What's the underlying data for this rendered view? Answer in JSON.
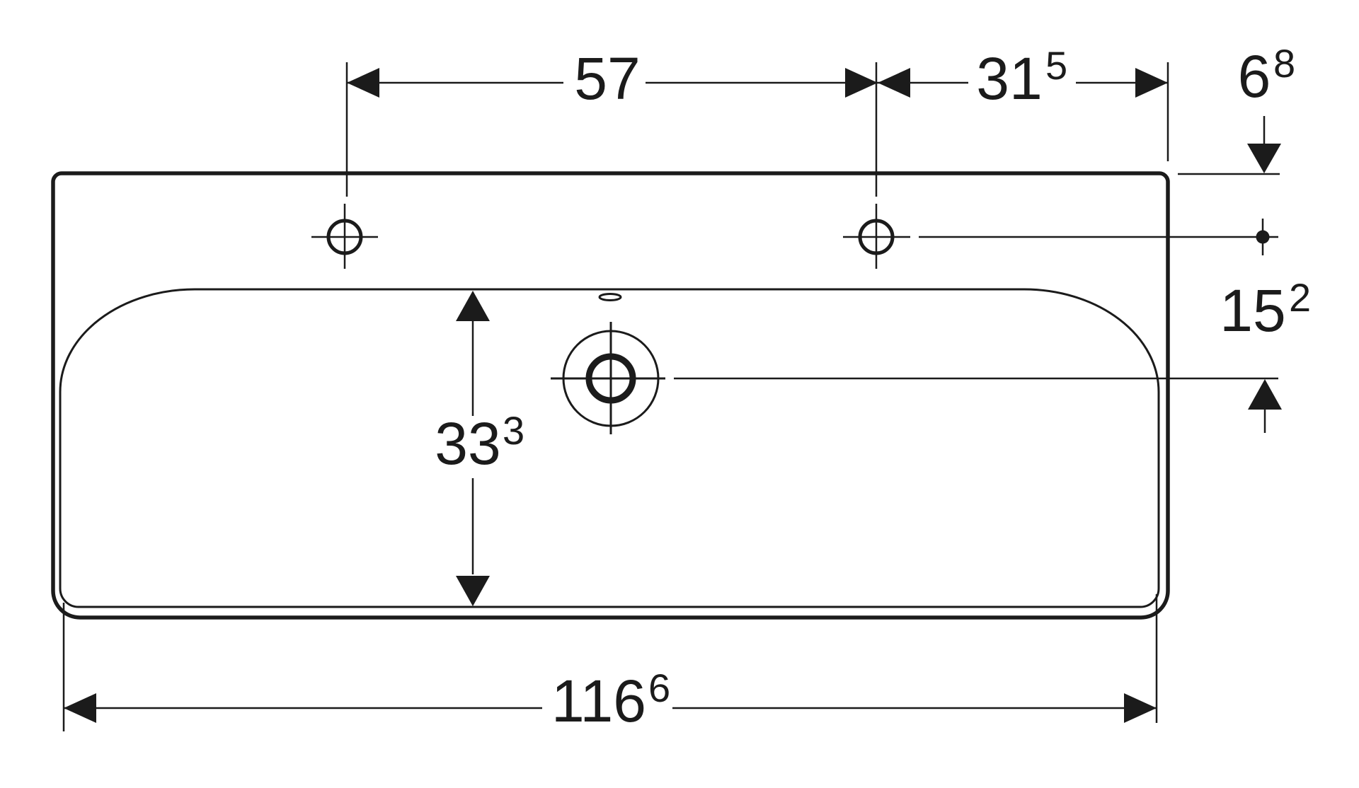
{
  "title": "Washbasin dimension drawing (plan view)",
  "drawing": {
    "background_color": "#ffffff",
    "line_color": "#1b1b1b",
    "unit_style": "cm with mm superscript",
    "features": [
      "outer-rim",
      "inner-basin",
      "left-tap-hole",
      "right-tap-hole",
      "drain-hole",
      "overflow-slot"
    ],
    "dims": {
      "tap_hole_spacing": {
        "main": "57",
        "sup": ""
      },
      "tap_hole_to_right_edge": {
        "main": "31",
        "sup": "5"
      },
      "rear_edge_to_tap_hole": {
        "main": "6",
        "sup": "8"
      },
      "tap_hole_to_drain": {
        "main": "15",
        "sup": "2"
      },
      "basin_inner_depth": {
        "main": "33",
        "sup": "3"
      },
      "overall_width": {
        "main": "116",
        "sup": "6"
      }
    }
  }
}
